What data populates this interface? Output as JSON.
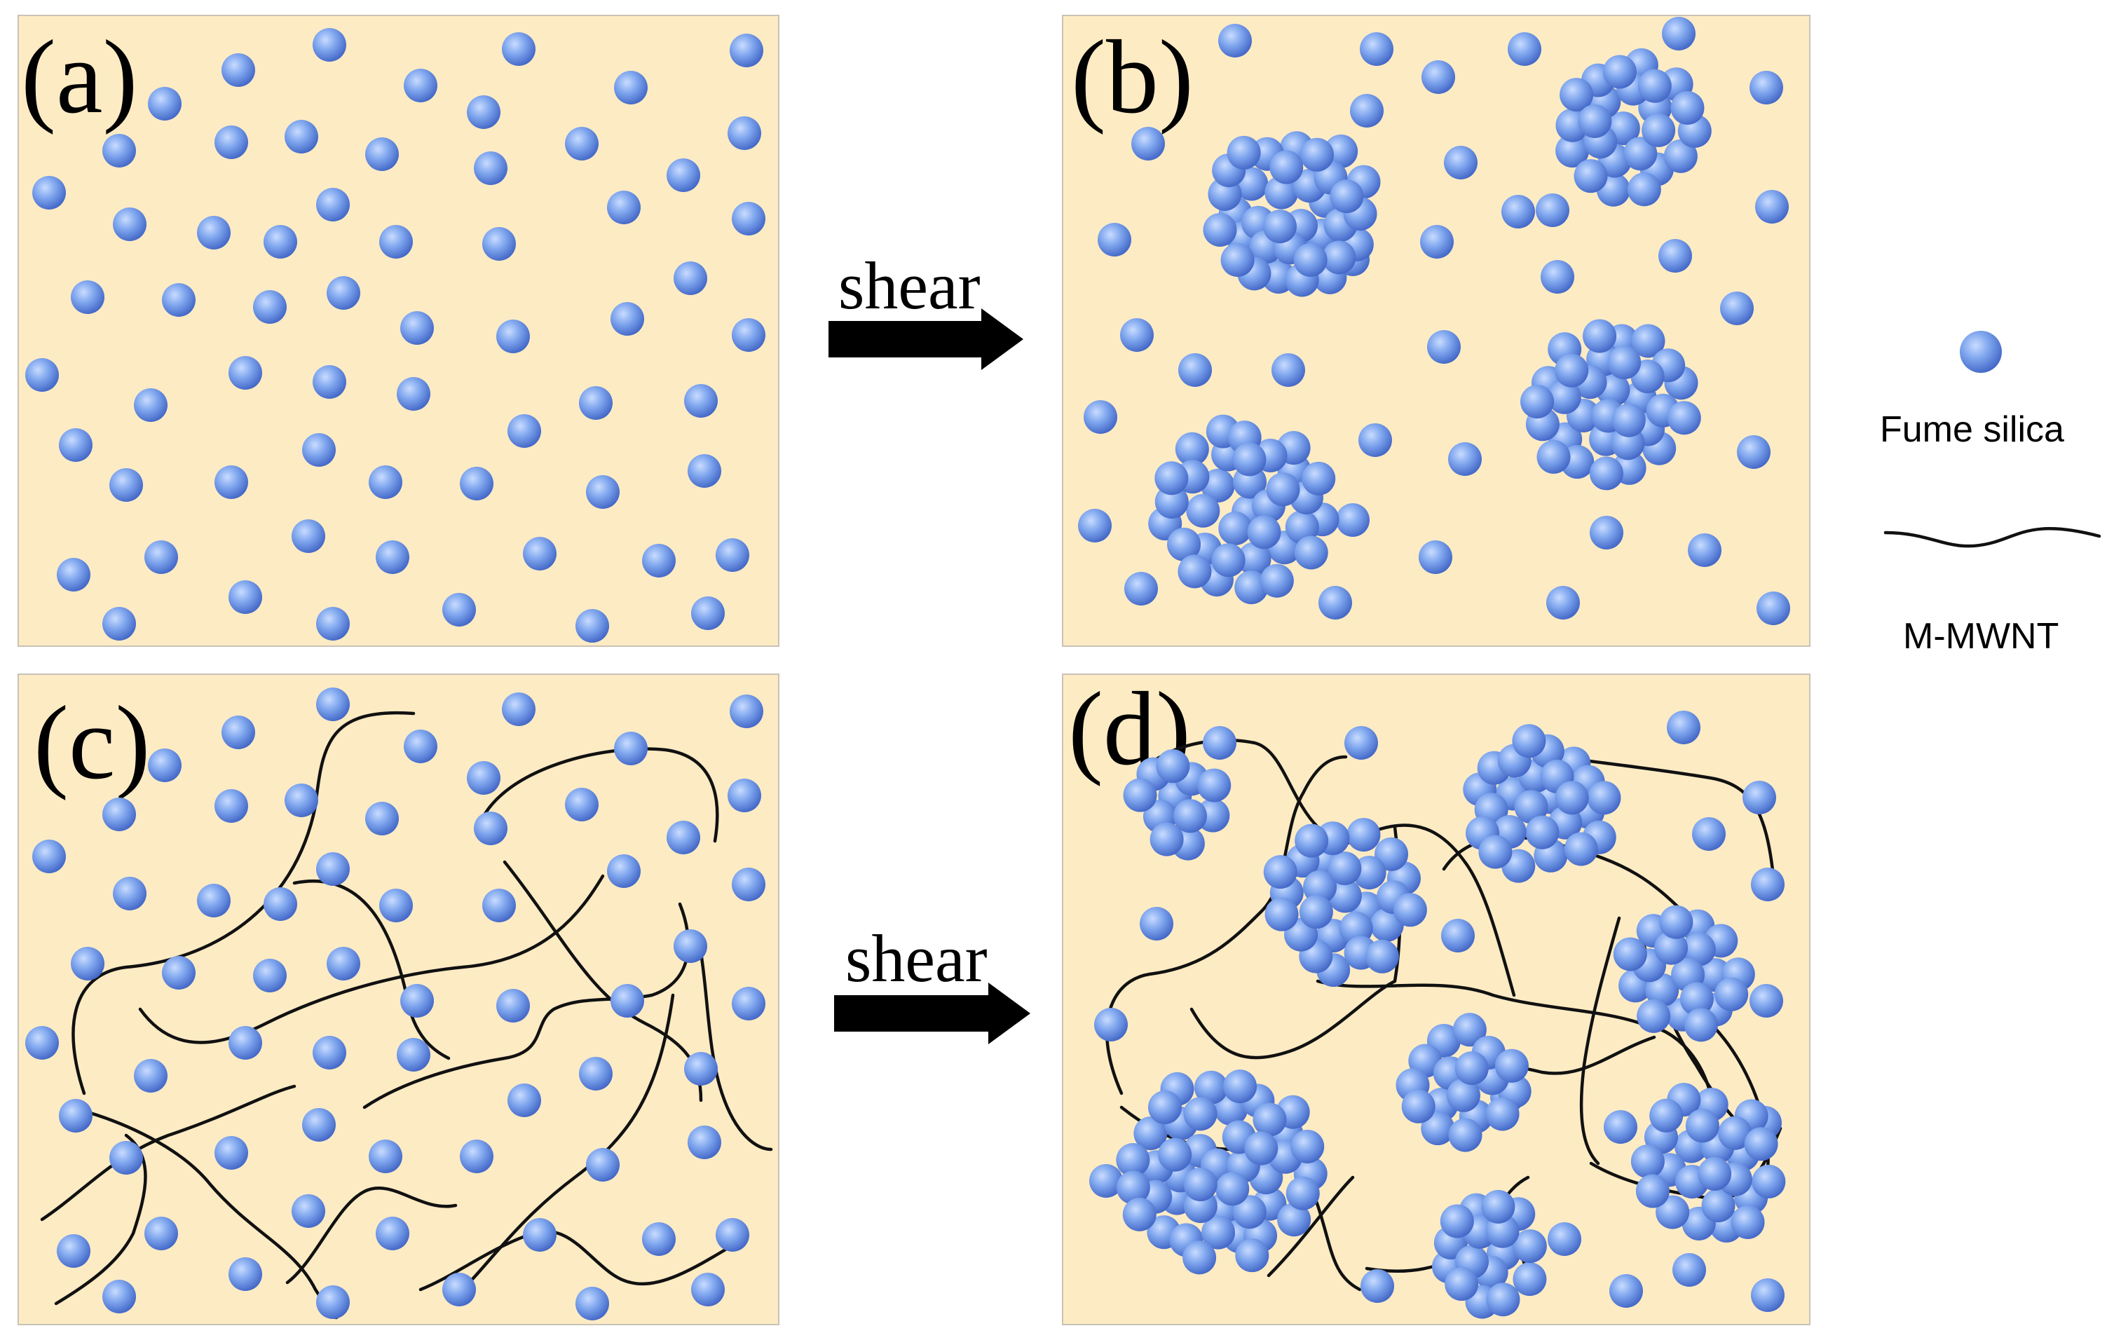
{
  "panels": {
    "a": {
      "label": "(a)"
    },
    "b": {
      "label": "(b)"
    },
    "c": {
      "label": "(c)"
    },
    "d": {
      "label": "(d)"
    }
  },
  "arrows": {
    "top": {
      "label": "shear"
    },
    "bottom": {
      "label": "shear"
    }
  },
  "legend": {
    "particle_label": "Fume silica",
    "tube_label": "M-MWNT"
  },
  "colors": {
    "background_panel": "#fdebc4",
    "particle_fill": "#6f9ae8",
    "particle_edge": "#3f63c4",
    "tube": "#111111"
  }
}
